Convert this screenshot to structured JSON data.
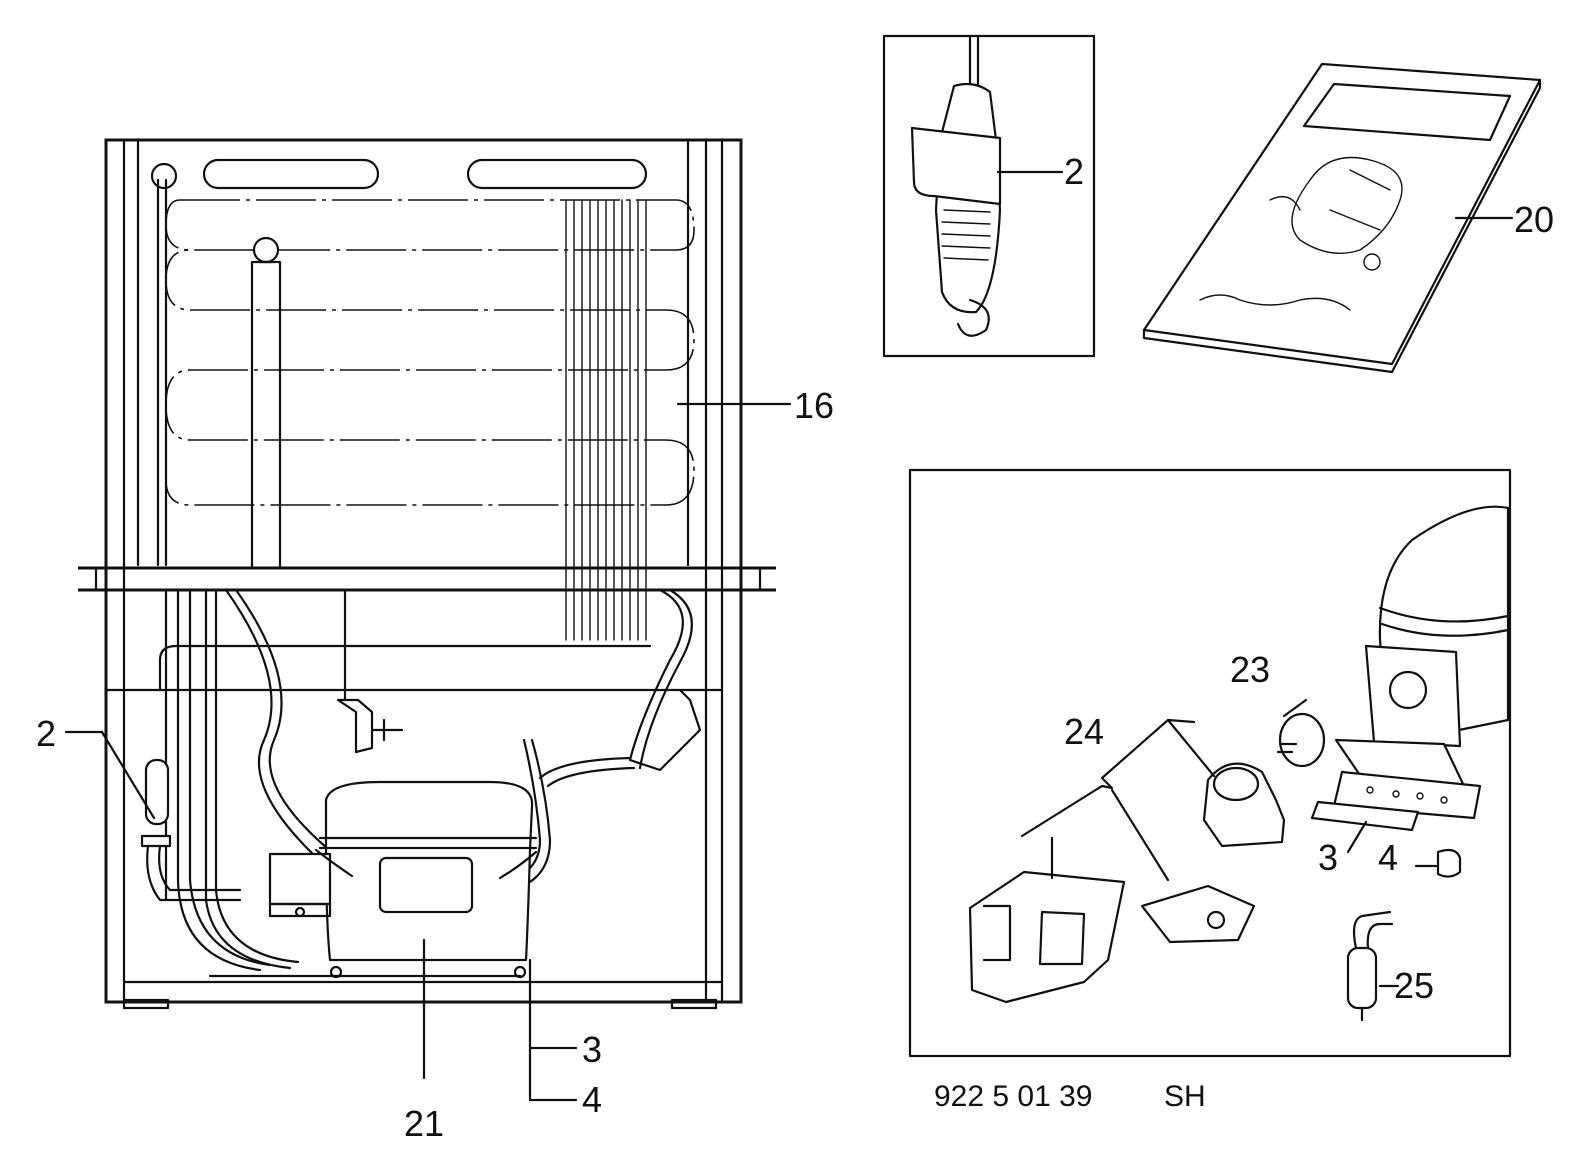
{
  "callouts": {
    "left_2": "2",
    "left_16": "16",
    "left_3": "3",
    "left_4": "4",
    "left_21": "21",
    "inset_2": "2",
    "manual_20": "20",
    "right_23": "23",
    "right_24": "24",
    "right_3": "3",
    "right_4": "4",
    "right_25": "25"
  },
  "footer": {
    "part_number": "922 5 01 39",
    "suffix": "SH"
  }
}
